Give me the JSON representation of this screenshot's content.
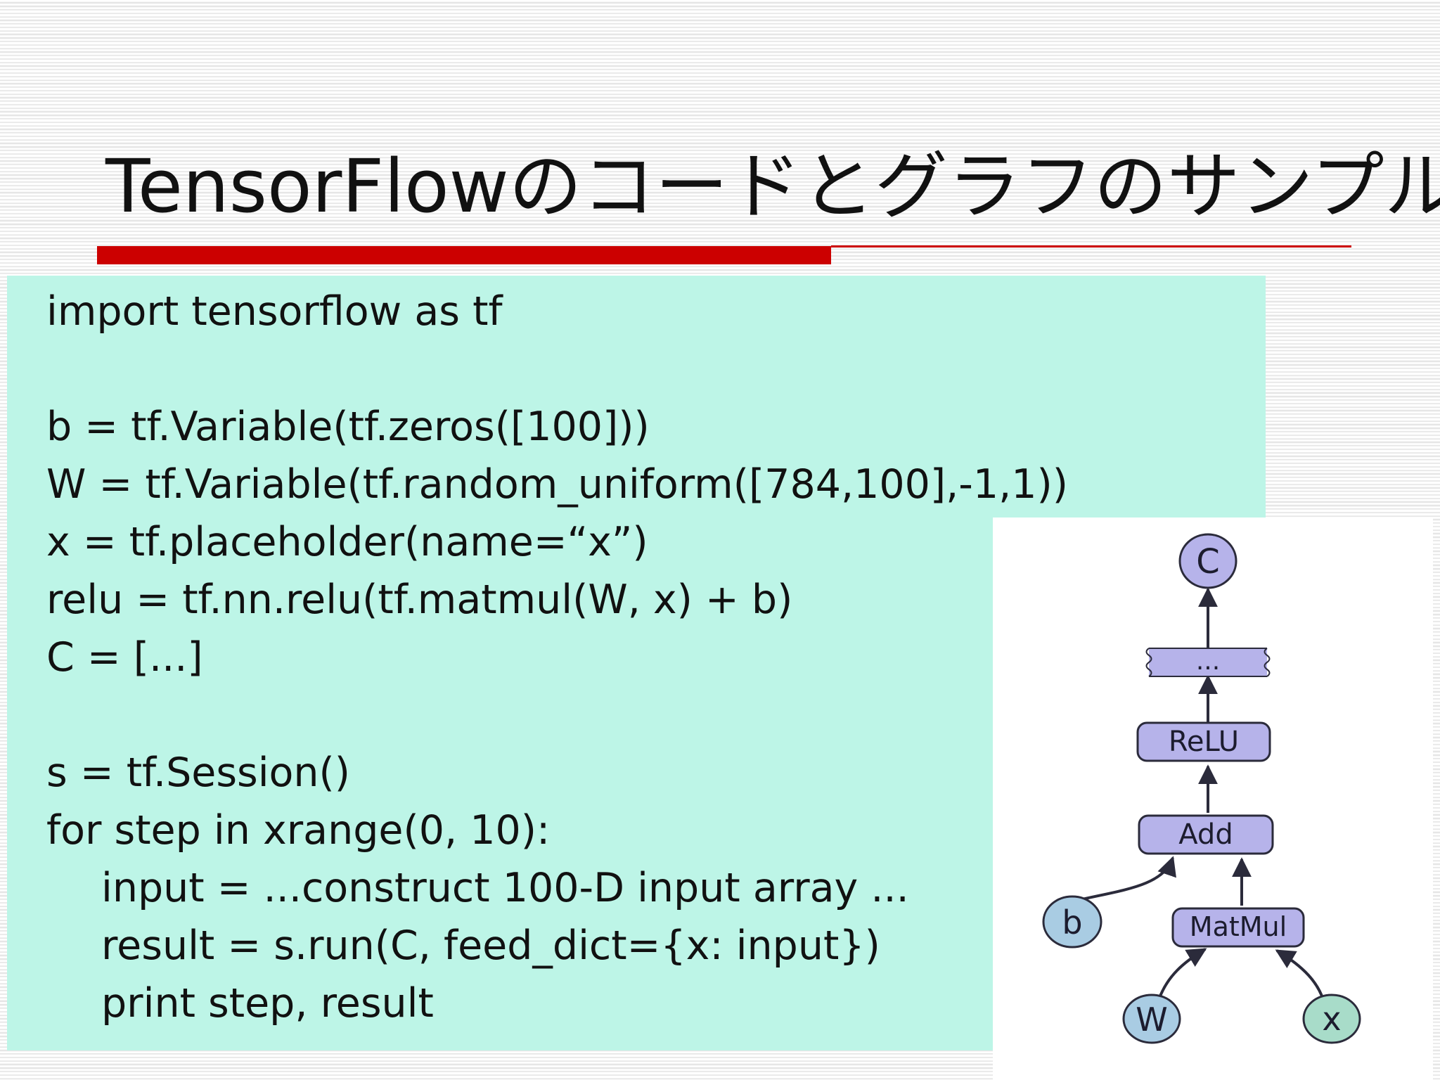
{
  "slide": {
    "title": "TensorFlowのコードとグラフのサンプル"
  },
  "code": {
    "lines": [
      "import tensorflow as tf",
      "b = tf.Variable(tf.zeros([100]))",
      "W = tf.Variable(tf.random_uniform([784,100],-1,1))",
      "x = tf.placeholder(name=“x”)",
      "relu = tf.nn.relu(tf.matmul(W, x) + b)",
      "C = [...]",
      "s = tf.Session()",
      "for step in xrange(0, 10):",
      "input = ...construct 100-D input array ...",
      "result = s.run(C, feed_dict={x: input})",
      "print step, result"
    ]
  },
  "graph": {
    "nodes": {
      "c": "C",
      "ellipsis": "...",
      "relu": "ReLU",
      "add": "Add",
      "b": "b",
      "matmul": "MatMul",
      "w": "W",
      "x": "x"
    },
    "colors": {
      "op_fill": "#b6b3ea",
      "var_fill": "#a9cce3",
      "input_fill": "#a8dcc9",
      "stroke": "#2b2b3b"
    }
  },
  "colors": {
    "accent_red": "#cc0000",
    "code_background": "#bdf5e7"
  }
}
